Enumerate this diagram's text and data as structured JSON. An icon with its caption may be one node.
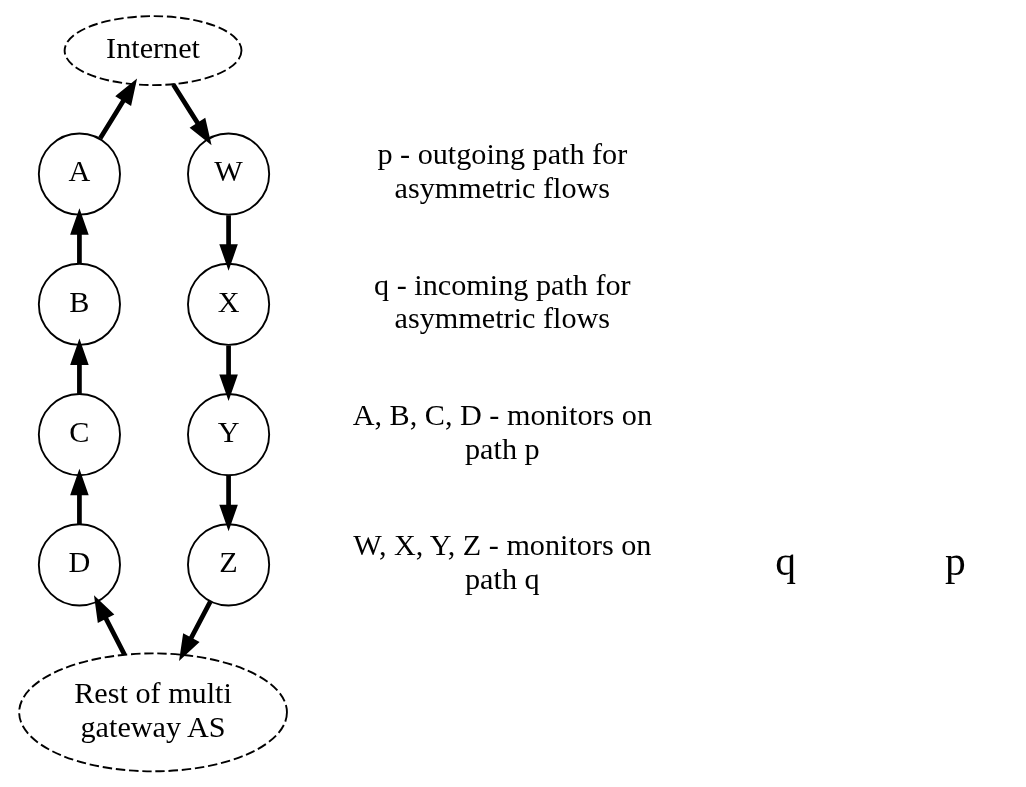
{
  "diagram": {
    "nodes": [
      {
        "text": [
          "Internet"
        ]
      },
      {
        "text": [
          "A"
        ]
      },
      {
        "text": [
          "B"
        ]
      },
      {
        "text": [
          "C"
        ]
      },
      {
        "text": [
          "D"
        ]
      },
      {
        "text": [
          "W"
        ]
      },
      {
        "text": [
          "X"
        ]
      },
      {
        "text": [
          "Y"
        ]
      },
      {
        "text": [
          "Z"
        ]
      },
      {
        "text": [
          "Rest of multi gateway AS"
        ]
      }
    ],
    "edges": [
      {
        "from": 4,
        "to": 3,
        "arrow": "to"
      },
      {
        "from": 3,
        "to": 2,
        "arrow": "to"
      },
      {
        "from": 2,
        "to": 1,
        "arrow": "to"
      },
      {
        "from": 1,
        "to": 0,
        "arrow": "to"
      },
      {
        "from": 0,
        "to": 5,
        "arrow": "to"
      },
      {
        "from": 5,
        "to": 6,
        "arrow": "to"
      },
      {
        "from": 6,
        "to": 7,
        "arrow": "to"
      },
      {
        "from": 7,
        "to": 8,
        "arrow": "to"
      },
      {
        "from": 8,
        "to": 9,
        "arrow": "to"
      },
      {
        "from": 9,
        "to": 4,
        "arrow": "to"
      }
    ],
    "labels": [
      "p",
      "q",
      "p - outgoing path for asymmetric flows",
      "q - incoming path for asymmetric flows",
      "A, B, C, D - monitors on path p",
      "W, X, Y, Z - monitors on path q"
    ]
  }
}
